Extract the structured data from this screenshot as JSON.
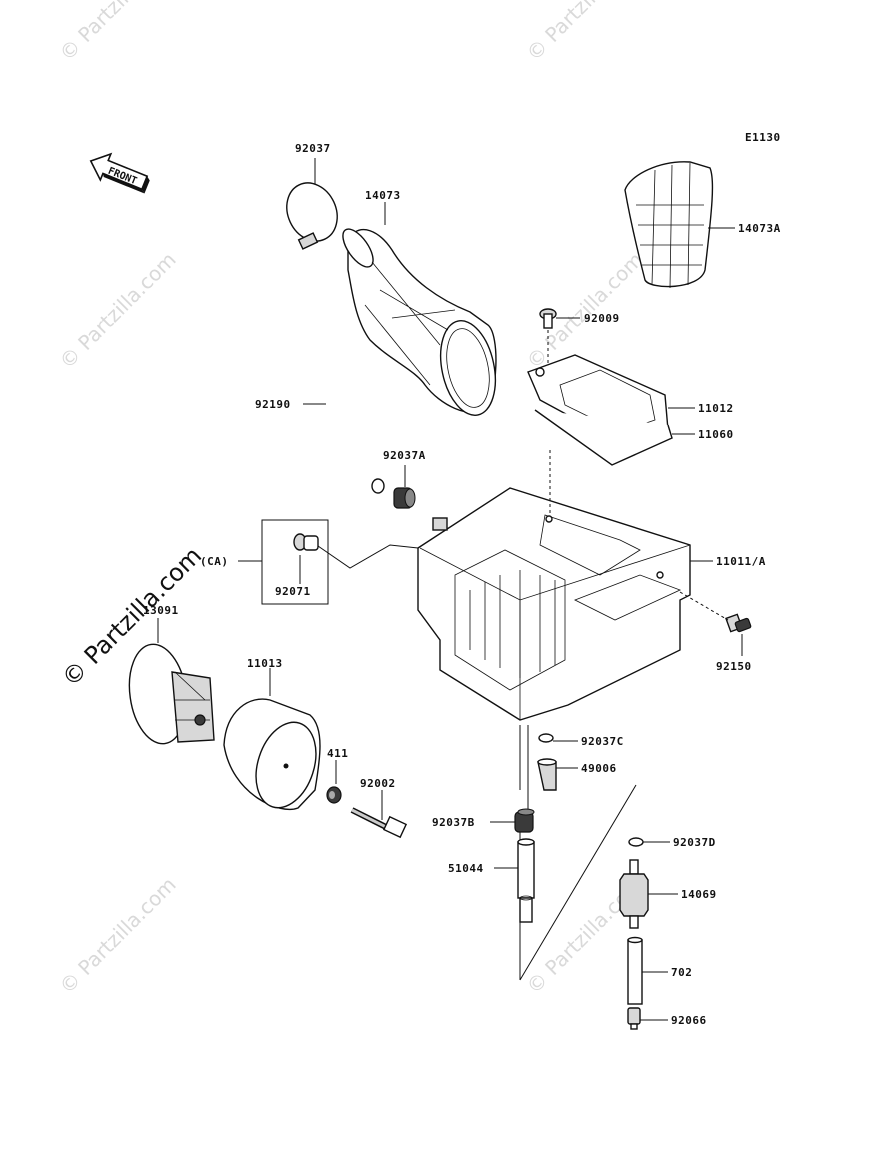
{
  "diagram_code": "E1130",
  "front_label": "FRONT",
  "watermarks": {
    "small": "© Partzilla",
    "small_com": "© Partzilla.com",
    "big": "© Partzilla.com"
  },
  "parts": {
    "p92037": "92037",
    "p14073": "14073",
    "p14073A": "14073A",
    "p92009": "92009",
    "p11012": "11012",
    "p11060": "11060",
    "p92190": "92190",
    "p92037A": "92037A",
    "p11011A": "11011/A",
    "p92071": "92071",
    "pCA": "(CA)",
    "p92150": "92150",
    "p13091": "13091",
    "p11013": "11013",
    "p411": "411",
    "p92002": "92002",
    "p92037C": "92037C",
    "p49006": "49006",
    "p92037B": "92037B",
    "p92037D": "92037D",
    "p51044": "51044",
    "p14069": "14069",
    "p702": "702",
    "p92066": "92066"
  }
}
